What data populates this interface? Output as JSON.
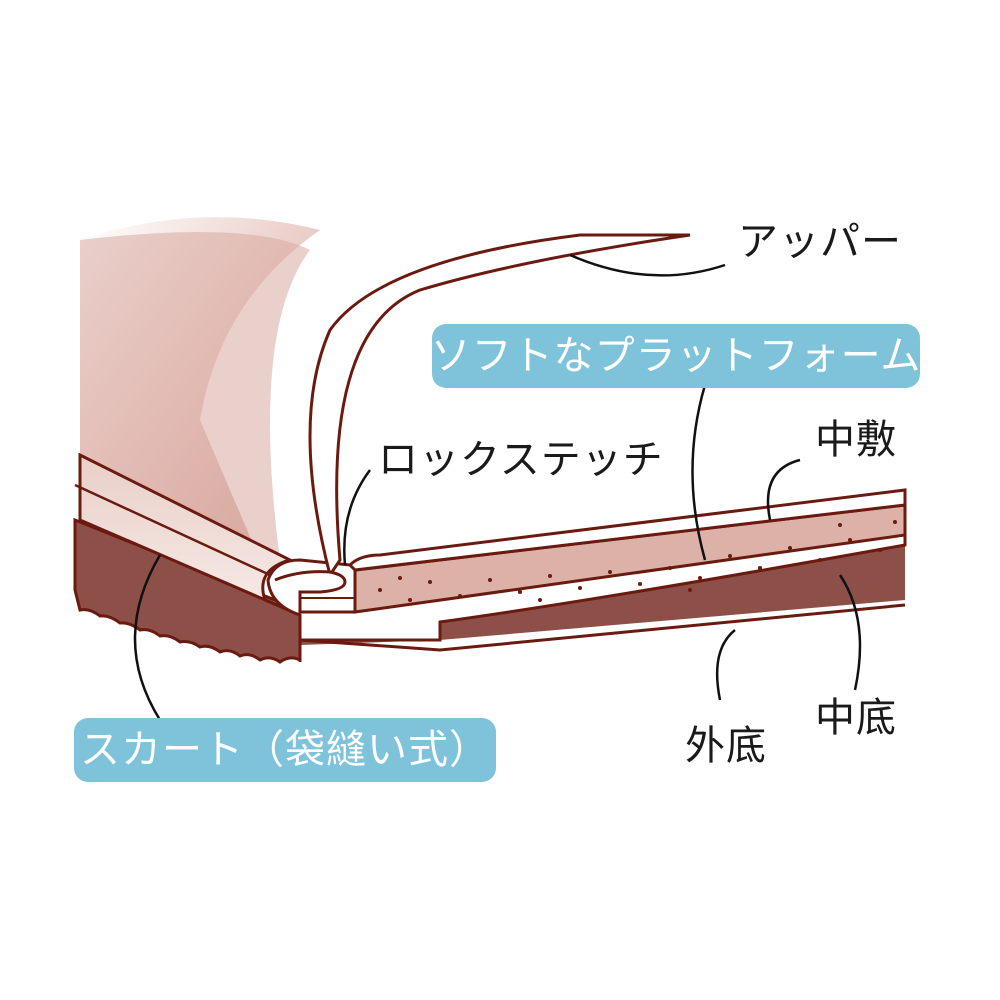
{
  "labels": {
    "upper": "アッパー",
    "soft_platform": "ソフトなプラットフォーム",
    "lock_stitch": "ロックステッチ",
    "midsole_pad": "中敷",
    "insole": "中底",
    "outsole": "外底",
    "skirt": "スカート（袋縫い式）"
  },
  "colors": {
    "pill_bg": "#7fc3da",
    "outline": "#6b1a10",
    "outsole": "#8c5048",
    "foam": "#dcb2a8",
    "upper_shade": "#c98f86"
  }
}
